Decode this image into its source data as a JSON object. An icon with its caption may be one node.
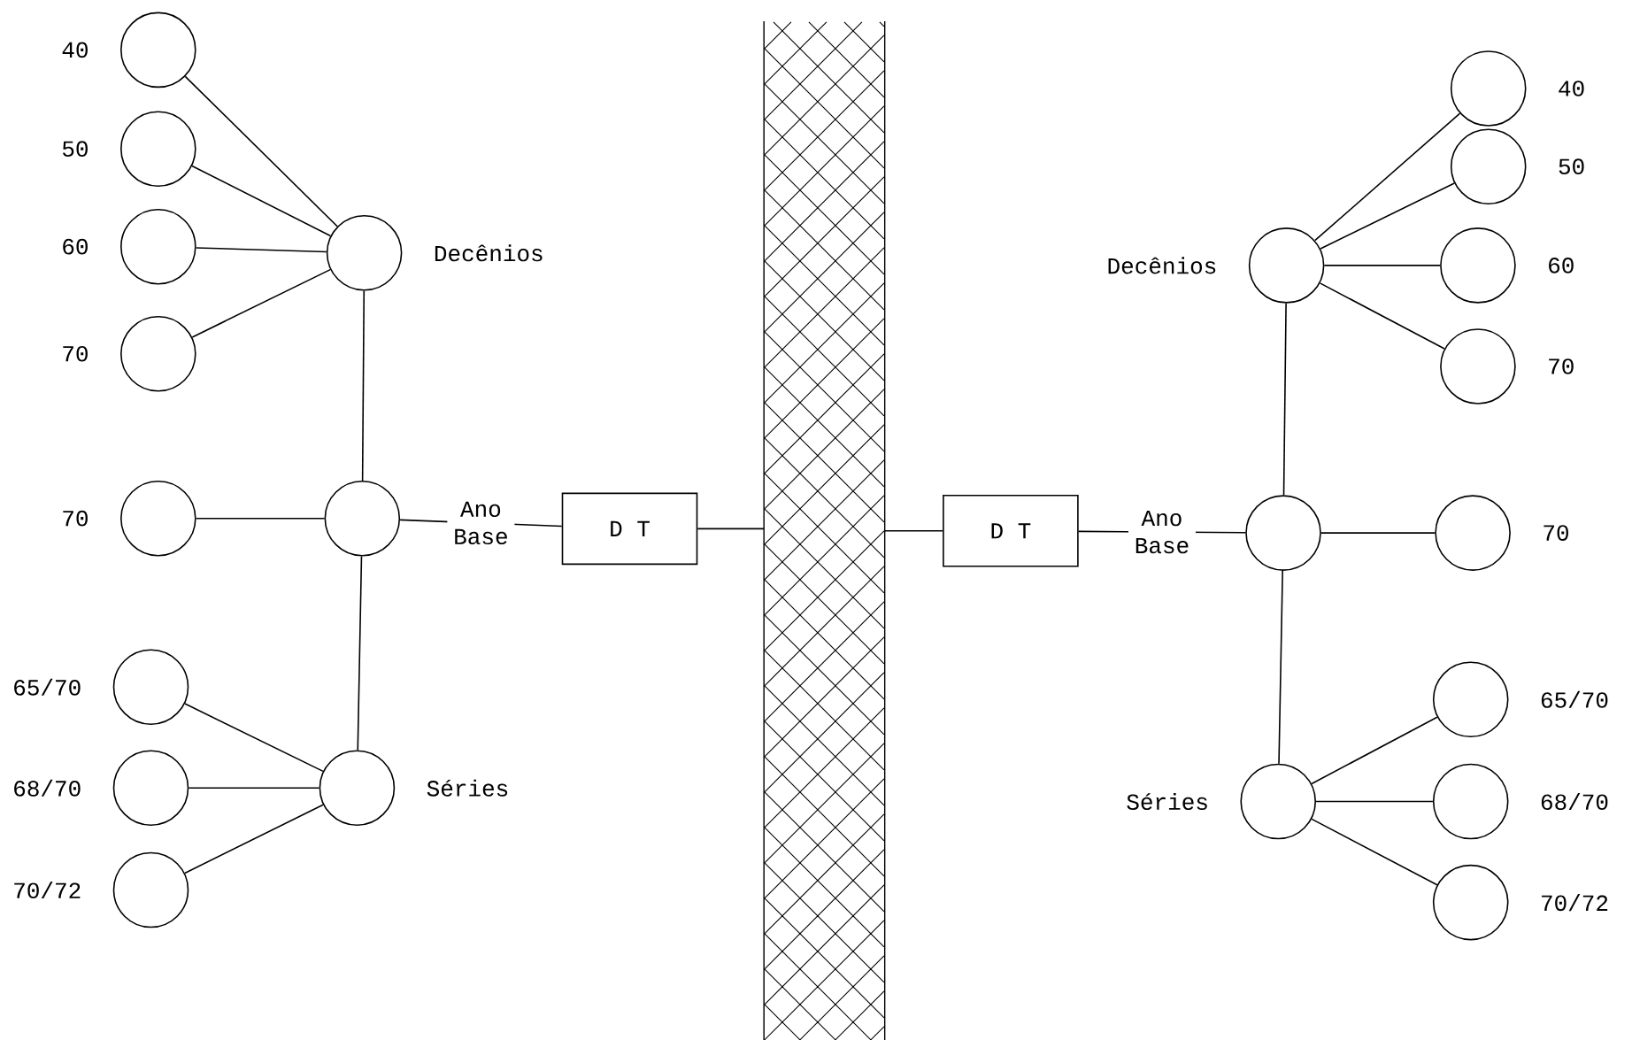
{
  "diagram": {
    "nodes": [
      {
        "text": [],
        "shape": "circle",
        "beside": [
          "40"
        ]
      },
      {
        "text": [],
        "shape": "circle",
        "beside": [
          "50"
        ]
      },
      {
        "text": [],
        "shape": "circle",
        "beside": [
          "60"
        ]
      },
      {
        "text": [],
        "shape": "circle",
        "beside": [
          "70"
        ]
      },
      {
        "text": [],
        "shape": "circle",
        "beside": [
          "Decênios"
        ]
      },
      {
        "text": [],
        "shape": "circle",
        "beside": [
          "70"
        ]
      },
      {
        "text": [],
        "shape": "circle"
      },
      {
        "text": [],
        "shape": "circle",
        "beside": [
          "65/70"
        ]
      },
      {
        "text": [],
        "shape": "circle",
        "beside": [
          "68/70"
        ]
      },
      {
        "text": [],
        "shape": "circle",
        "beside": [
          "70/72"
        ]
      },
      {
        "text": [],
        "shape": "circle",
        "beside": [
          "Séries"
        ]
      },
      {
        "text": [
          "D T"
        ]
      },
      {
        "text": [],
        "shape": "bar"
      },
      {
        "text": [
          "D T"
        ]
      },
      {
        "text": [],
        "shape": "circle",
        "beside": [
          "Decênios"
        ]
      },
      {
        "text": [],
        "shape": "circle",
        "beside": [
          "40"
        ]
      },
      {
        "text": [],
        "shape": "circle",
        "beside": [
          "50"
        ]
      },
      {
        "text": [],
        "shape": "circle",
        "beside": [
          "60"
        ]
      },
      {
        "text": [],
        "shape": "circle",
        "beside": [
          "70"
        ]
      },
      {
        "text": [],
        "shape": "circle"
      },
      {
        "text": [],
        "shape": "circle",
        "beside": [
          "70"
        ]
      },
      {
        "text": [],
        "shape": "circle",
        "beside": [
          "Séries"
        ]
      },
      {
        "text": [],
        "shape": "circle",
        "beside": [
          "65/70"
        ]
      },
      {
        "text": [],
        "shape": "circle",
        "beside": [
          "68/70"
        ]
      },
      {
        "text": [],
        "shape": "circle",
        "beside": [
          "70/72"
        ]
      }
    ],
    "edges": [
      {
        "from": 0,
        "to": 4,
        "arrow": "none"
      },
      {
        "from": 1,
        "to": 4,
        "arrow": "none"
      },
      {
        "from": 2,
        "to": 4,
        "arrow": "none"
      },
      {
        "from": 3,
        "to": 4,
        "arrow": "none"
      },
      {
        "from": 4,
        "to": 6,
        "arrow": "none"
      },
      {
        "from": 5,
        "to": 6,
        "arrow": "none"
      },
      {
        "from": 6,
        "to": 10,
        "arrow": "none"
      },
      {
        "from": 7,
        "to": 10,
        "arrow": "none"
      },
      {
        "from": 8,
        "to": 10,
        "arrow": "none"
      },
      {
        "from": 9,
        "to": 10,
        "arrow": "none"
      },
      {
        "from": 6,
        "to": 11,
        "arrow": "none",
        "label": "Ano Base"
      },
      {
        "from": 11,
        "to": 12,
        "arrow": "none"
      },
      {
        "from": 12,
        "to": 13,
        "arrow": "none"
      },
      {
        "from": 13,
        "to": 19,
        "arrow": "none",
        "label": "Ano Base"
      },
      {
        "from": 14,
        "to": 15,
        "arrow": "none"
      },
      {
        "from": 14,
        "to": 16,
        "arrow": "none"
      },
      {
        "from": 14,
        "to": 17,
        "arrow": "none"
      },
      {
        "from": 14,
        "to": 18,
        "arrow": "none"
      },
      {
        "from": 14,
        "to": 19,
        "arrow": "none"
      },
      {
        "from": 19,
        "to": 20,
        "arrow": "none"
      },
      {
        "from": 19,
        "to": 21,
        "arrow": "none"
      },
      {
        "from": 21,
        "to": 22,
        "arrow": "none"
      },
      {
        "from": 21,
        "to": 23,
        "arrow": "none"
      },
      {
        "from": 21,
        "to": 24,
        "arrow": "none"
      }
    ]
  }
}
